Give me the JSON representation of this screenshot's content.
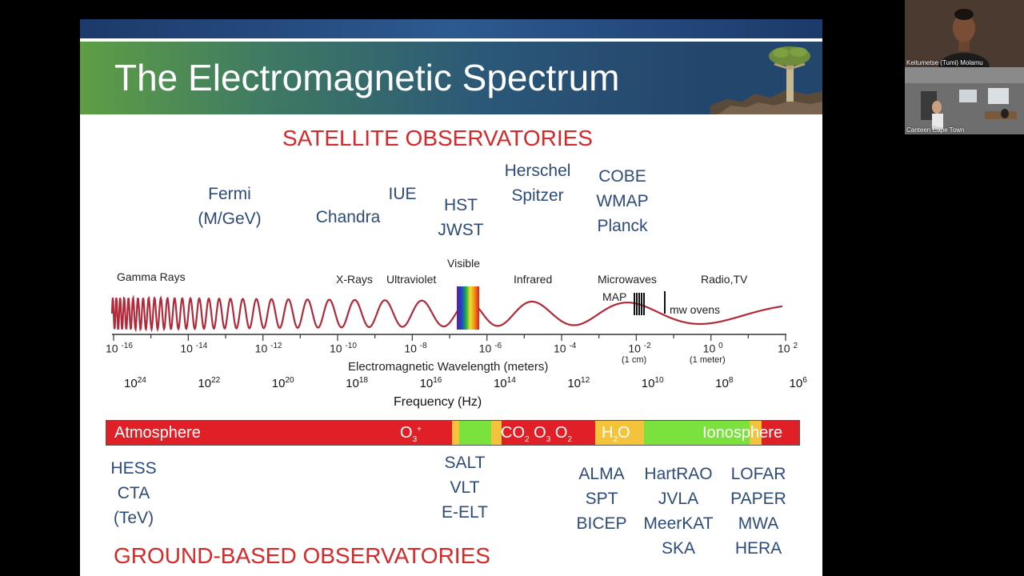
{
  "slide": {
    "title": "The Electromagnetic Spectrum",
    "satellite_heading": "SATELLITE OBSERVATORIES",
    "ground_heading": "GROUND-BASED OBSERVATORIES",
    "satellites": {
      "fermi": [
        "Fermi",
        "(M/GeV)"
      ],
      "chandra": "Chandra",
      "iue": "IUE",
      "hst": [
        "HST",
        "JWST"
      ],
      "herschel": [
        "Herschel",
        "Spitzer"
      ],
      "cobe": [
        "COBE",
        "WMAP",
        "Planck"
      ]
    },
    "spectrum": {
      "gamma": "Gamma Rays",
      "xrays": "X-Rays",
      "uv": "Ultraviolet",
      "visible": "Visible",
      "infrared": "Infrared",
      "microwaves": "Microwaves",
      "radio": "Radio,TV",
      "map": "MAP",
      "mw_ovens": "mw ovens"
    },
    "wavelength": {
      "ticks": [
        {
          "base": "10",
          "exp": "-16"
        },
        {
          "base": "10",
          "exp": "-14"
        },
        {
          "base": "10",
          "exp": "-12"
        },
        {
          "base": "10",
          "exp": "-10"
        },
        {
          "base": "10",
          "exp": "-8"
        },
        {
          "base": "10",
          "exp": "-6"
        },
        {
          "base": "10",
          "exp": "-4"
        },
        {
          "base": "10",
          "exp": "-2"
        },
        {
          "base": "10",
          "exp": "0"
        },
        {
          "base": "10",
          "exp": "2"
        }
      ],
      "cm_note": "(1 cm)",
      "meter_note": "(1 meter)",
      "axis_label": "Electromagnetic Wavelength (meters)"
    },
    "frequency": {
      "ticks": [
        {
          "base": "10",
          "exp": "24"
        },
        {
          "base": "10",
          "exp": "22"
        },
        {
          "base": "10",
          "exp": "20"
        },
        {
          "base": "10",
          "exp": "18"
        },
        {
          "base": "10",
          "exp": "16"
        },
        {
          "base": "10",
          "exp": "14"
        },
        {
          "base": "10",
          "exp": "12"
        },
        {
          "base": "10",
          "exp": "10"
        },
        {
          "base": "10",
          "exp": "8"
        },
        {
          "base": "10",
          "exp": "6"
        }
      ],
      "axis_label": "Frequency (Hz)"
    },
    "atmosphere": {
      "label": "Atmosphere",
      "o3": "O",
      "o3_sub": "3",
      "o3_sup": "+",
      "molecules": {
        "co2": "CO",
        "co2_sub": "2",
        "o3b": "O",
        "o3b_sub": "3",
        "o2": "O",
        "o2_sub": "2"
      },
      "h2o": "H",
      "h2o_sub": "2",
      "h2o_tail": "O",
      "ionosphere": "Ionosphere"
    },
    "ground": {
      "hess": [
        "HESS",
        "CTA",
        "(TeV)"
      ],
      "salt": [
        "SALT",
        "VLT",
        "E-ELT"
      ],
      "alma": [
        "ALMA",
        "SPT",
        "BICEP"
      ],
      "hartrao": [
        "HartRAO",
        "JVLA",
        "MeerKAT",
        "SKA"
      ],
      "lofar": [
        "LOFAR",
        "PAPER",
        "MWA",
        "HERA"
      ]
    }
  },
  "participants": [
    {
      "name": "Keitumetse (Tumi) Molamu"
    },
    {
      "name": "Canteen Cape Town"
    }
  ],
  "colors": {
    "heading_red": "#d62828",
    "label_blue": "#2c4a7a",
    "wave": "#b02a3a",
    "atm_red": "#e01f26",
    "atm_green": "#7be13c",
    "atm_yellow": "#f3c33c"
  }
}
